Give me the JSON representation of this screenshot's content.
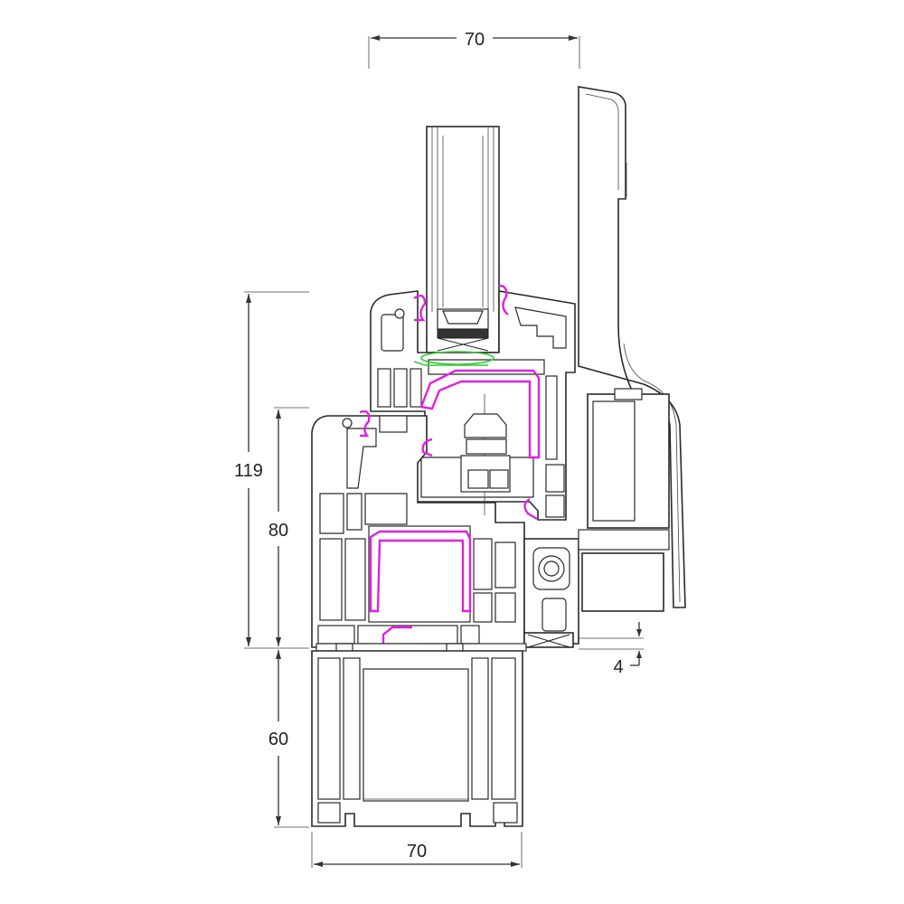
{
  "dimensions": {
    "top_width": "70",
    "total_height": "119",
    "sash_height": "80",
    "frame_height": "60",
    "bottom_width": "70",
    "gap": "4"
  },
  "colors": {
    "line": "#2a2a2a",
    "seal": "#e020e0",
    "glazing_gasket": "#33cc33",
    "background": "#ffffff"
  }
}
